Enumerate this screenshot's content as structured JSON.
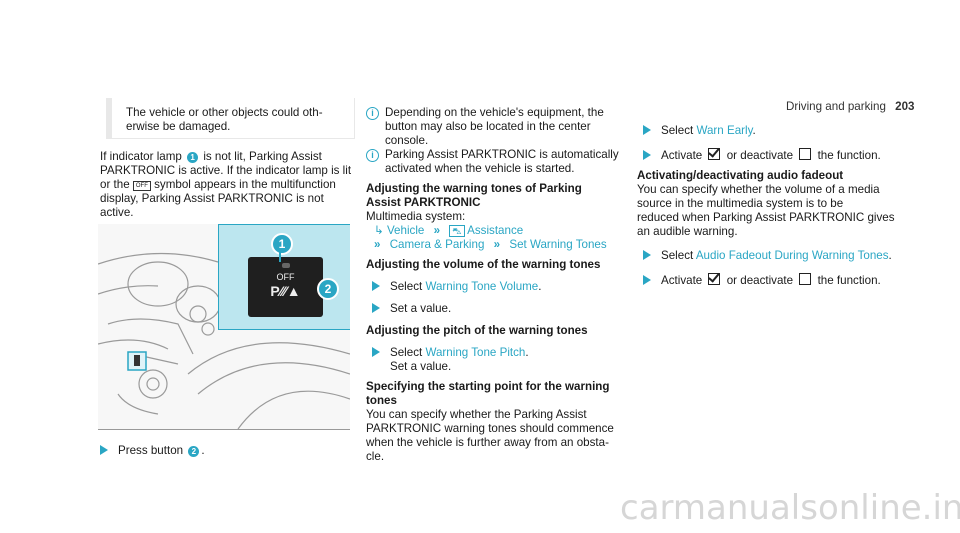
{
  "header": {
    "section": "Driving and parking",
    "page": "203"
  },
  "col1": {
    "warning_l1": "The vehicle or other objects could oth-",
    "warning_l2": "erwise be damaged.",
    "p_l1": "If indicator lamp",
    "p_l1b": "is not lit, Parking Assist",
    "p_l2": "PARKTRONIC is active. If the indicator lamp is lit",
    "p_l3a": "or the",
    "p_l3b": "symbol appears in the multifunction",
    "p_l4": "display, Parking Assist PARKTRONIC is not",
    "p_l5": "active.",
    "badge1": "1",
    "badge2": "2",
    "symbol_off": "OFF",
    "button_off": "OFF",
    "step_press": "Press button",
    "step_period": "."
  },
  "col2": {
    "info1_l1": "Depending on the vehicle's equipment, the",
    "info1_l2": "button may also be located in the center",
    "info1_l3": "console.",
    "info2_l1": "Parking Assist PARKTRONIC is automatically",
    "info2_l2": "activated when the vehicle is started.",
    "h1_l1": "Adjusting the warning tones of Parking",
    "h1_l2": "Assist PARKTRONIC",
    "multimedia": "Multimedia system:",
    "nav_vehicle": "Vehicle",
    "nav_assistance": "Assistance",
    "nav_camera": "Camera & Parking",
    "nav_set_warning": "Set Warning Tones",
    "h2": "Adjusting the volume of the warning tones",
    "sel_prefix": "Select",
    "warning_volume": "Warning Tone Volume",
    "set_value": "Set a value.",
    "h3": "Adjusting the pitch of the warning tones",
    "warning_pitch": "Warning Tone Pitch",
    "h4_l1": "Specifying the starting point for the warning",
    "h4_l2": "tones",
    "p_l1": "You can specify whether the Parking Assist",
    "p_l2": "PARKTRONIC warning tones should commence",
    "p_l3": "when the vehicle is further away from an obsta-",
    "p_l4": "cle."
  },
  "col3": {
    "sel_prefix": "Select",
    "warn_early": "Warn Early",
    "activate": "Activate",
    "or_deactivate": "or deactivate",
    "the_function": "the function.",
    "h1": "Activating/deactivating audio fadeout",
    "p_l1": "You can specify whether the volume of a media",
    "p_l2": "source in the multimedia system is to be",
    "p_l3": "reduced when Parking Assist PARKTRONIC gives",
    "p_l4": "an audible warning.",
    "audio_fadeout": "Audio Fadeout During Warning Tones"
  },
  "watermark": "carmanualsonline.info"
}
